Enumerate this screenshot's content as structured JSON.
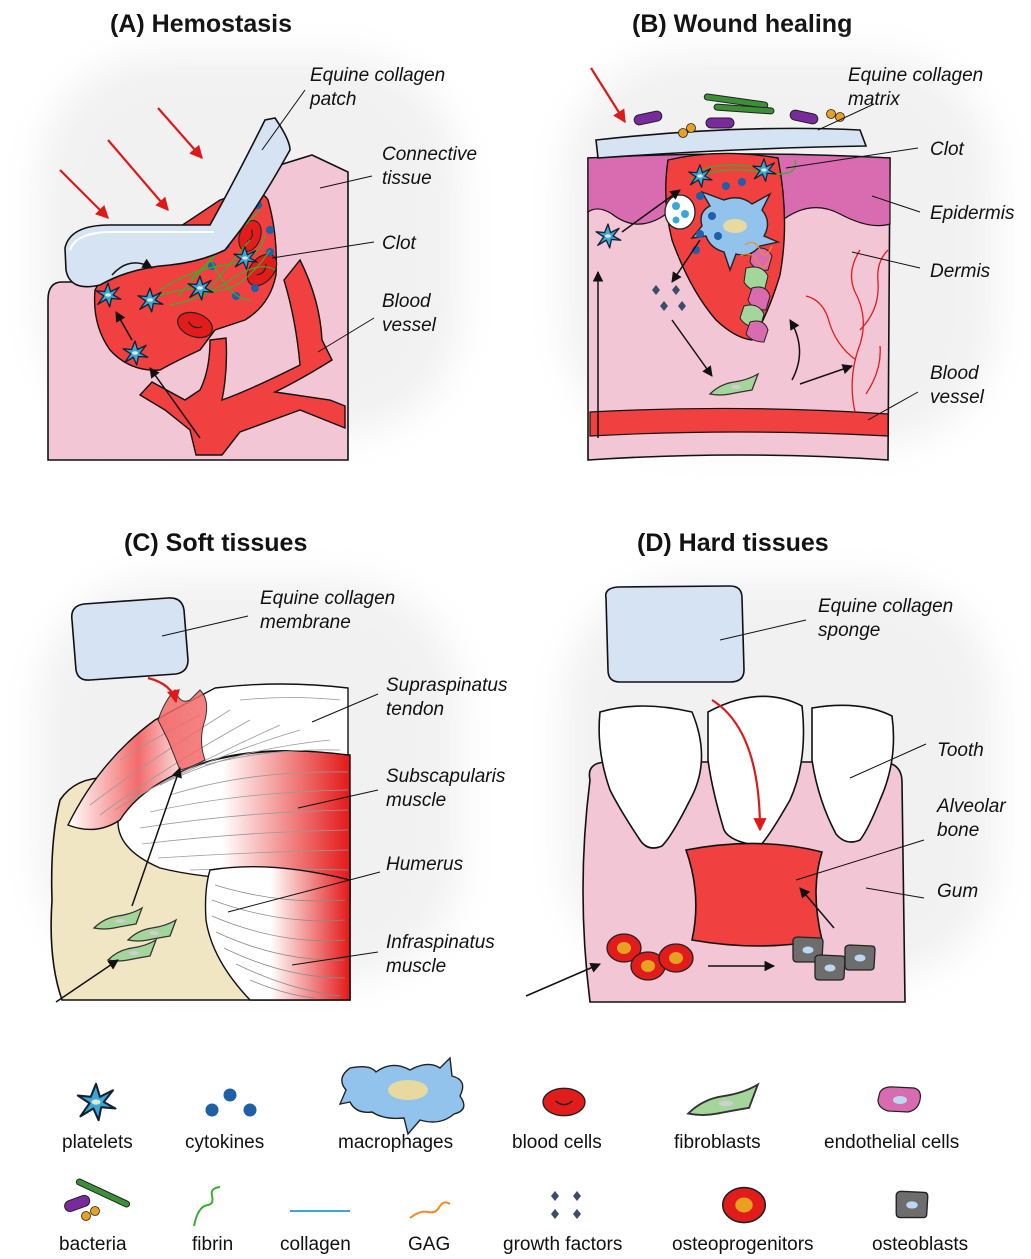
{
  "panels": {
    "a": {
      "title": "(A) Hemostasis",
      "labels": {
        "patch1": "Equine collagen",
        "patch2": "patch",
        "conn1": "Connective",
        "conn2": "tissue",
        "clot": "Clot",
        "vessel1": "Blood",
        "vessel2": "vessel"
      }
    },
    "b": {
      "title": "(B) Wound healing",
      "labels": {
        "matrix1": "Equine collagen",
        "matrix2": "matrix",
        "clot": "Clot",
        "epidermis": "Epidermis",
        "dermis": "Dermis",
        "vessel1": "Blood",
        "vessel2": "vessel"
      }
    },
    "c": {
      "title": "(C) Soft tissues",
      "labels": {
        "membrane1": "Equine collagen",
        "membrane2": "membrane",
        "supra1": "Supraspinatus",
        "supra2": "tendon",
        "subscap1": "Subscapularis",
        "subscap2": "muscle",
        "humerus": "Humerus",
        "infra1": "Infraspinatus",
        "infra2": "muscle"
      }
    },
    "d": {
      "title": "(D) Hard tissues",
      "labels": {
        "sponge1": "Equine collagen",
        "sponge2": "sponge",
        "tooth": "Tooth",
        "alveolar1": "Alveolar",
        "alveolar2": "bone",
        "gum": "Gum"
      }
    }
  },
  "legend": {
    "row1": [
      "platelets",
      "cytokines",
      "macrophages",
      "blood cells",
      "fibroblasts",
      "endothelial cells"
    ],
    "row2": [
      "bacteria",
      "fibrin",
      "collagen",
      "GAG",
      "growth factors",
      "osteoprogenitors",
      "osteoblasts"
    ]
  },
  "colors": {
    "arrow_red": "#dd1a1a",
    "tissue_red": "#f04040",
    "skin_pink": "#f2c6d4",
    "collagen_blue": "#d6e3f3",
    "epidermis": "#d96bb0",
    "bone_yellow": "#f1e6c3",
    "fibroblast_green": "#a4d59a",
    "platelet_blue": "#3aa7d8",
    "cytokine_blue": "#1f5fa8",
    "osteoblast_grey": "#6d6d6d"
  }
}
